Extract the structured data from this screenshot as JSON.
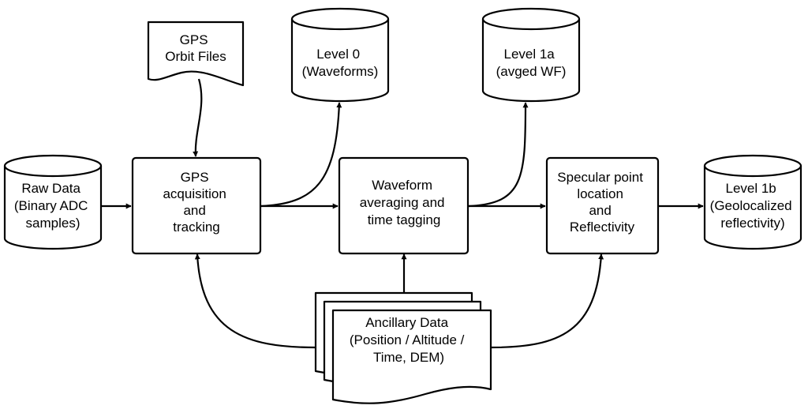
{
  "nodes": {
    "gps_orbit": {
      "lines": [
        "GPS",
        "Orbit Files"
      ]
    },
    "raw_data": {
      "lines": [
        "Raw Data",
        "(Binary ADC",
        "samples)"
      ]
    },
    "gps_acq": {
      "lines": [
        "GPS",
        "acquisition",
        "and",
        "tracking"
      ]
    },
    "level0": {
      "lines": [
        "Level 0",
        "(Waveforms)"
      ]
    },
    "waveform_avg": {
      "lines": [
        "Waveform",
        "averaging and",
        "time tagging"
      ]
    },
    "level1a": {
      "lines": [
        "Level 1a",
        "(avged WF)"
      ]
    },
    "specular": {
      "lines": [
        "Specular point",
        "location",
        "and",
        "Reflectivity"
      ]
    },
    "level1b": {
      "lines": [
        "Level 1b",
        "(Geolocalized",
        "reflectivity)"
      ]
    },
    "ancillary": {
      "lines": [
        "Ancillary Data",
        "(Position / Altitude /",
        "Time, DEM)"
      ]
    }
  }
}
